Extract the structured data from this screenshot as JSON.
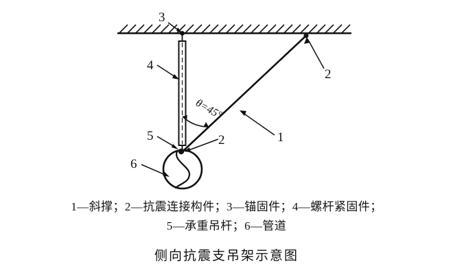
{
  "figure": {
    "title": "侧向抗震支吊架示意图",
    "angle_label": "θ=45°",
    "legend_lines": [
      "1—斜撑；2—抗震连接构件；3—锚固件；4—螺杆紧固件；",
      "5—承重吊杆；6—管道"
    ],
    "callouts": [
      {
        "id": "c3",
        "text": "3"
      },
      {
        "id": "c4",
        "text": "4"
      },
      {
        "id": "c2top",
        "text": "2"
      },
      {
        "id": "c1",
        "text": "1"
      },
      {
        "id": "c5",
        "text": "5"
      },
      {
        "id": "c2bottom",
        "text": "2"
      },
      {
        "id": "c6",
        "text": "6"
      }
    ],
    "colors": {
      "line": "#111111",
      "background": "#ffffff"
    },
    "parts": {
      "ceiling": "ceiling-slab",
      "hanger_rod": "threaded-hanger-rod",
      "brace": "diagonal-seismic-brace",
      "pipe": "pipe-cross-section",
      "clamp": "pipe-clamp"
    }
  }
}
